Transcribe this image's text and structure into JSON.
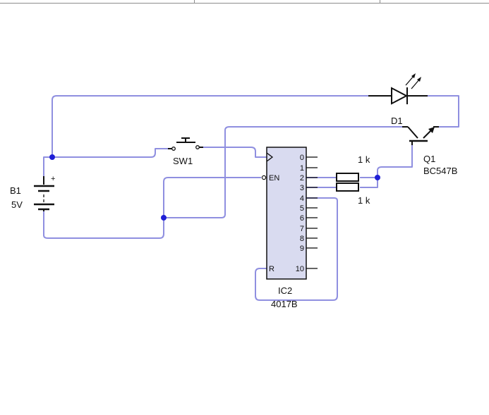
{
  "colors": {
    "wire": "#8f8fe0",
    "component": "#101010",
    "junction": "#1f1fd6",
    "ic_fill": "#d9dbf0"
  },
  "battery": {
    "ref": "B1",
    "value": "5V",
    "plus": "+"
  },
  "switch": {
    "ref": "SW1"
  },
  "led": {
    "ref": "D1"
  },
  "transistor": {
    "ref": "Q1",
    "value": "BC547B"
  },
  "resistors": [
    {
      "value": "1 k"
    },
    {
      "value": "1 k"
    }
  ],
  "ic": {
    "ref": "IC2",
    "value": "4017B",
    "pins_left": [
      "EN",
      "R"
    ],
    "pins_right": [
      "0",
      "1",
      "2",
      "3",
      "4",
      "5",
      "6",
      "7",
      "8",
      "9",
      "10"
    ]
  }
}
